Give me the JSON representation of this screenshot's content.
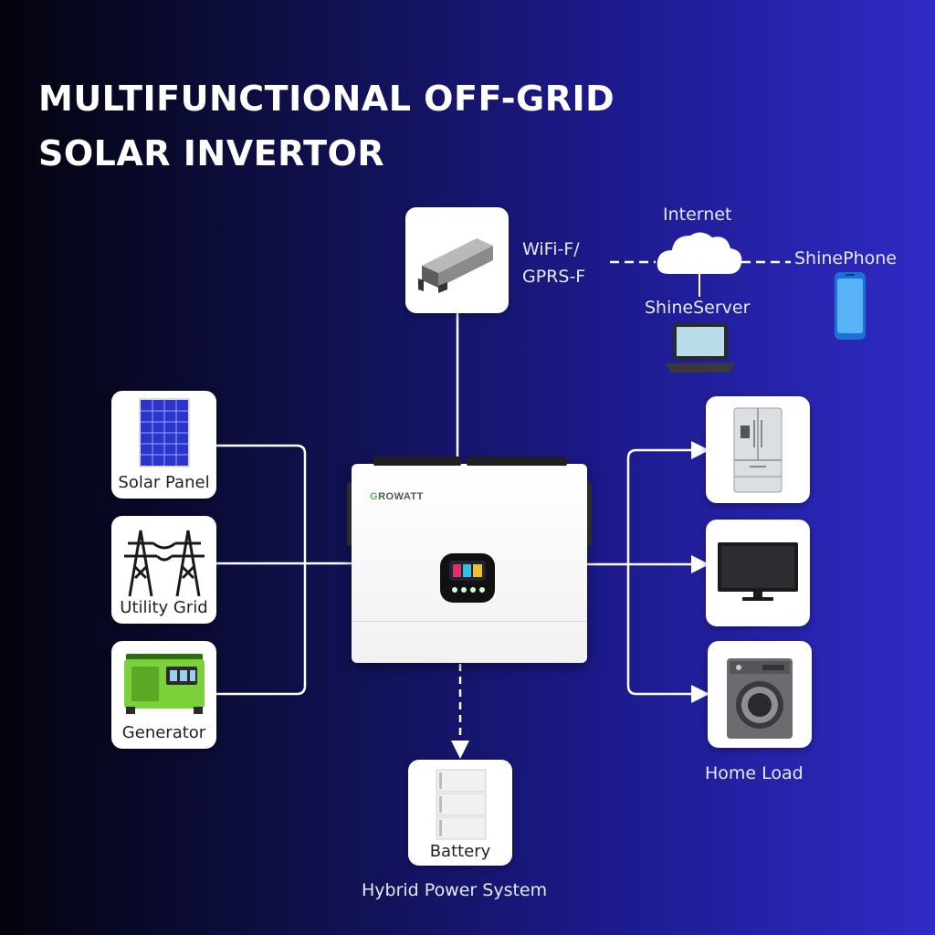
{
  "title": {
    "line1": "MULTIFUNCTIONAL OFF-GRID",
    "line2": "SOLAR INVERTOR"
  },
  "inverter": {
    "brand_prefix": "G",
    "brand_rest": "ROWATT"
  },
  "monitoring": {
    "module_label_line1": "WiFi-F/",
    "module_label_line2": "GPRS-F",
    "internet": "Internet",
    "server": "ShineServer",
    "phone": "ShinePhone"
  },
  "inputs": [
    {
      "label": "Solar Panel",
      "icon": "solar-panel-icon"
    },
    {
      "label": "Utility Grid",
      "icon": "power-tower-icon"
    },
    {
      "label": "Generator",
      "icon": "generator-icon"
    }
  ],
  "outputs": {
    "items": [
      {
        "icon": "refrigerator-icon"
      },
      {
        "icon": "television-icon"
      },
      {
        "icon": "washing-machine-icon"
      }
    ],
    "group_label": "Home Load"
  },
  "storage": {
    "label": "Battery",
    "system_label": "Hybrid Power System",
    "icon": "battery-stack-icon"
  },
  "colors": {
    "wire": "#ffffff",
    "generator_green": "#7bd13a",
    "solar_blue": "#2a35c9"
  }
}
